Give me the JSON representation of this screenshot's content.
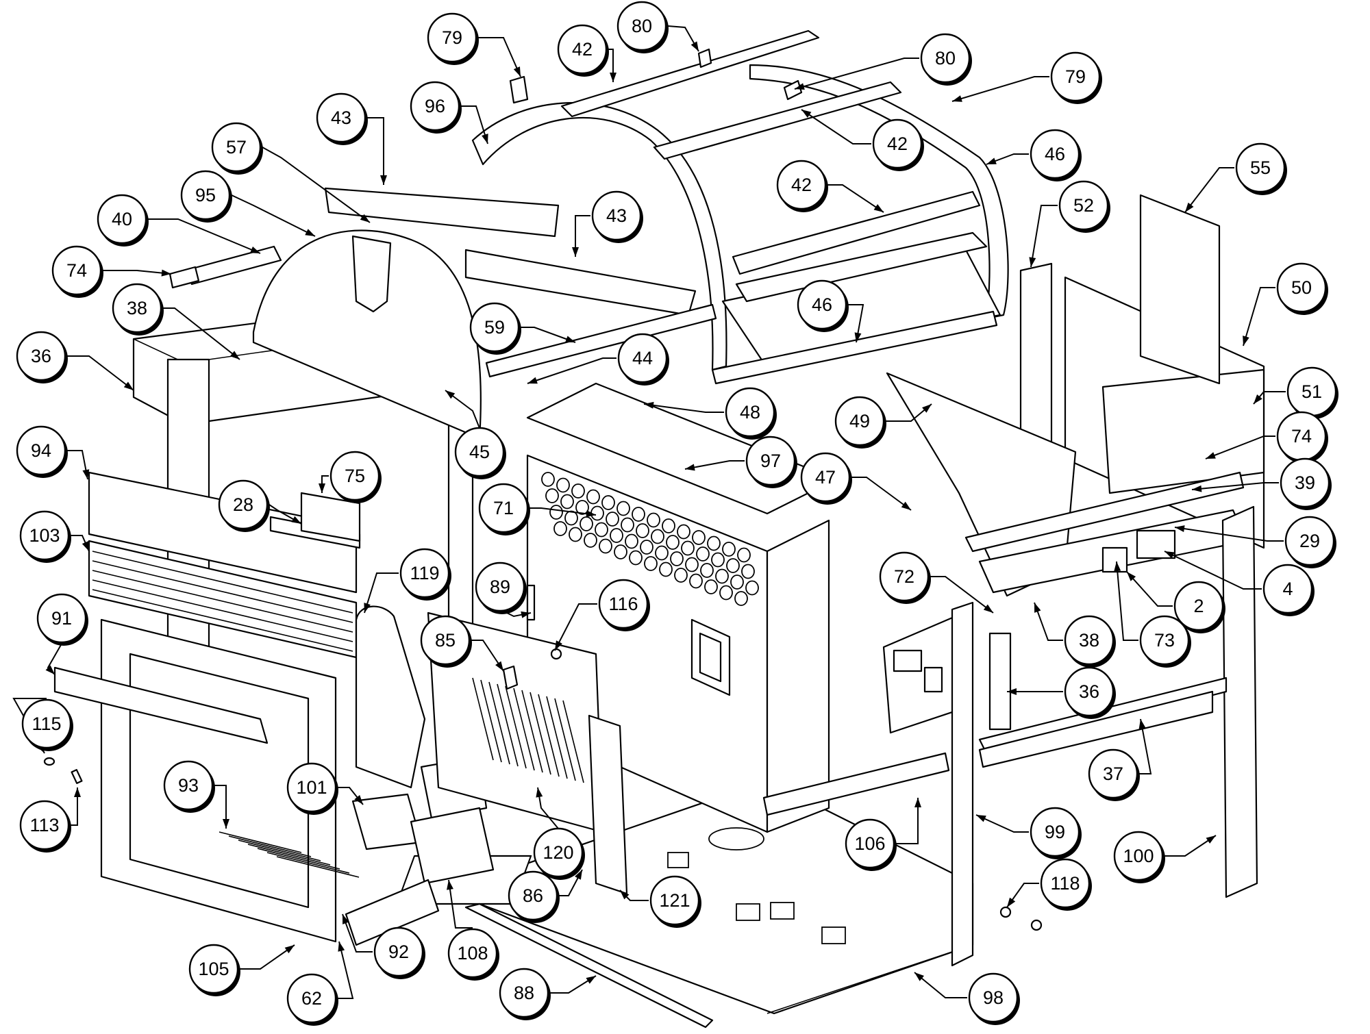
{
  "callouts": [
    {
      "label": "79"
    },
    {
      "label": "80"
    },
    {
      "label": "42"
    },
    {
      "label": "80"
    },
    {
      "label": "96"
    },
    {
      "label": "79"
    },
    {
      "label": "43"
    },
    {
      "label": "42"
    },
    {
      "label": "57"
    },
    {
      "label": "46"
    },
    {
      "label": "42"
    },
    {
      "label": "95"
    },
    {
      "label": "43"
    },
    {
      "label": "55"
    },
    {
      "label": "52"
    },
    {
      "label": "40"
    },
    {
      "label": "74"
    },
    {
      "label": "50"
    },
    {
      "label": "38"
    },
    {
      "label": "46"
    },
    {
      "label": "59"
    },
    {
      "label": "36"
    },
    {
      "label": "44"
    },
    {
      "label": "51"
    },
    {
      "label": "48"
    },
    {
      "label": "49"
    },
    {
      "label": "45"
    },
    {
      "label": "74"
    },
    {
      "label": "94"
    },
    {
      "label": "97"
    },
    {
      "label": "47"
    },
    {
      "label": "39"
    },
    {
      "label": "75"
    },
    {
      "label": "71"
    },
    {
      "label": "28"
    },
    {
      "label": "29"
    },
    {
      "label": "103"
    },
    {
      "label": "119"
    },
    {
      "label": "72"
    },
    {
      "label": "4"
    },
    {
      "label": "89"
    },
    {
      "label": "2"
    },
    {
      "label": "91"
    },
    {
      "label": "116"
    },
    {
      "label": "38"
    },
    {
      "label": "73"
    },
    {
      "label": "85"
    },
    {
      "label": "36"
    },
    {
      "label": "115"
    },
    {
      "label": "37"
    },
    {
      "label": "101"
    },
    {
      "label": "93"
    },
    {
      "label": "113"
    },
    {
      "label": "99"
    },
    {
      "label": "106"
    },
    {
      "label": "100"
    },
    {
      "label": "120"
    },
    {
      "label": "86"
    },
    {
      "label": "121"
    },
    {
      "label": "118"
    },
    {
      "label": "92"
    },
    {
      "label": "108"
    },
    {
      "label": "105"
    },
    {
      "label": "88"
    },
    {
      "label": "62"
    },
    {
      "label": "98"
    }
  ]
}
